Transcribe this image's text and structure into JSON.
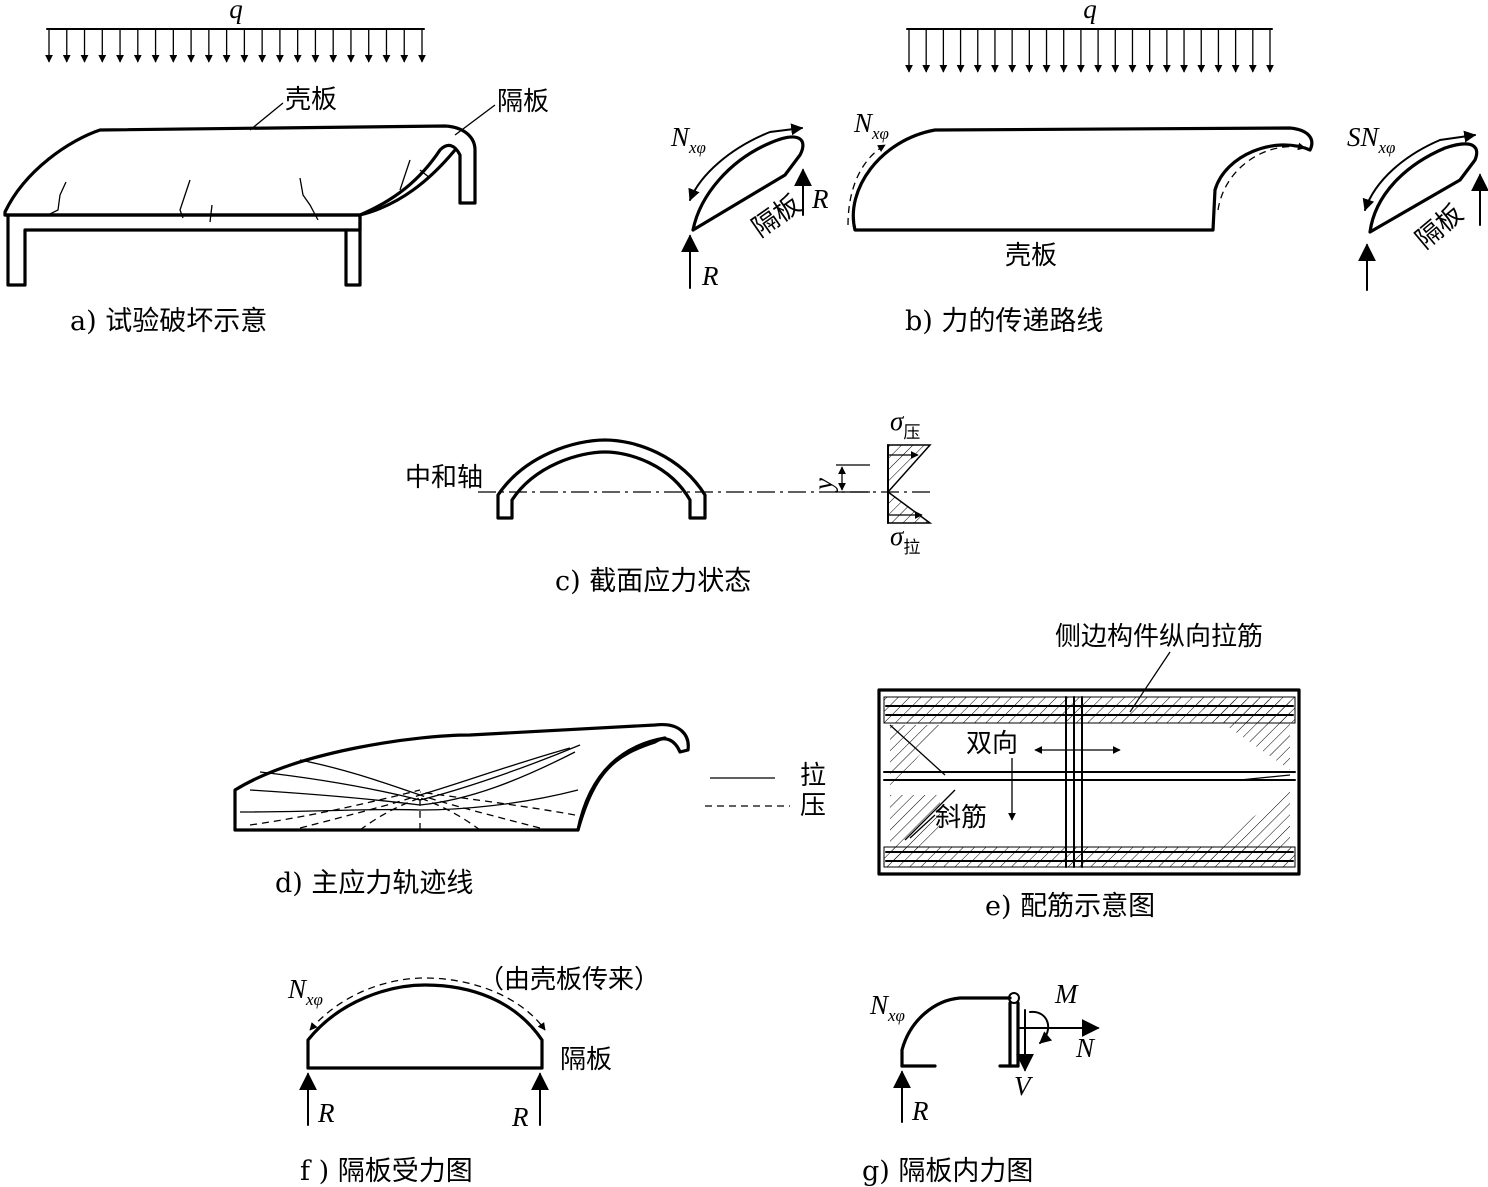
{
  "load": {
    "q": "q"
  },
  "panels": {
    "a": {
      "caption": "a) 试验破坏示意",
      "shell": "壳板",
      "diaphragm": "隔板"
    },
    "b": {
      "caption": "b) 力的传递路线",
      "shell": "壳板",
      "diaphragm": "隔板",
      "n": "N",
      "n_sub": "xφ",
      "sn": "SN",
      "r": "R"
    },
    "c": {
      "caption": "c) 截面应力状态",
      "neutral_axis": "中和轴",
      "y": "y",
      "sigma": "σ",
      "comp": "压",
      "tens": "拉"
    },
    "d": {
      "caption": "d) 主应力轨迹线",
      "tension": "拉",
      "compression": "压"
    },
    "e": {
      "caption": "e) 配筋示意图",
      "edge_bars": "侧边构件纵向拉筋",
      "two_way": "双向",
      "diagonal": "斜筋"
    },
    "f": {
      "caption": "f ) 隔板受力图",
      "from_shell": "（由壳板传来）",
      "diaphragm": "隔板",
      "n": "N",
      "n_sub": "xφ",
      "r": "R"
    },
    "g": {
      "caption": "g) 隔板内力图",
      "n": "N",
      "n_sub": "xφ",
      "m": "M",
      "nn": "N",
      "v": "V",
      "r": "R"
    }
  }
}
